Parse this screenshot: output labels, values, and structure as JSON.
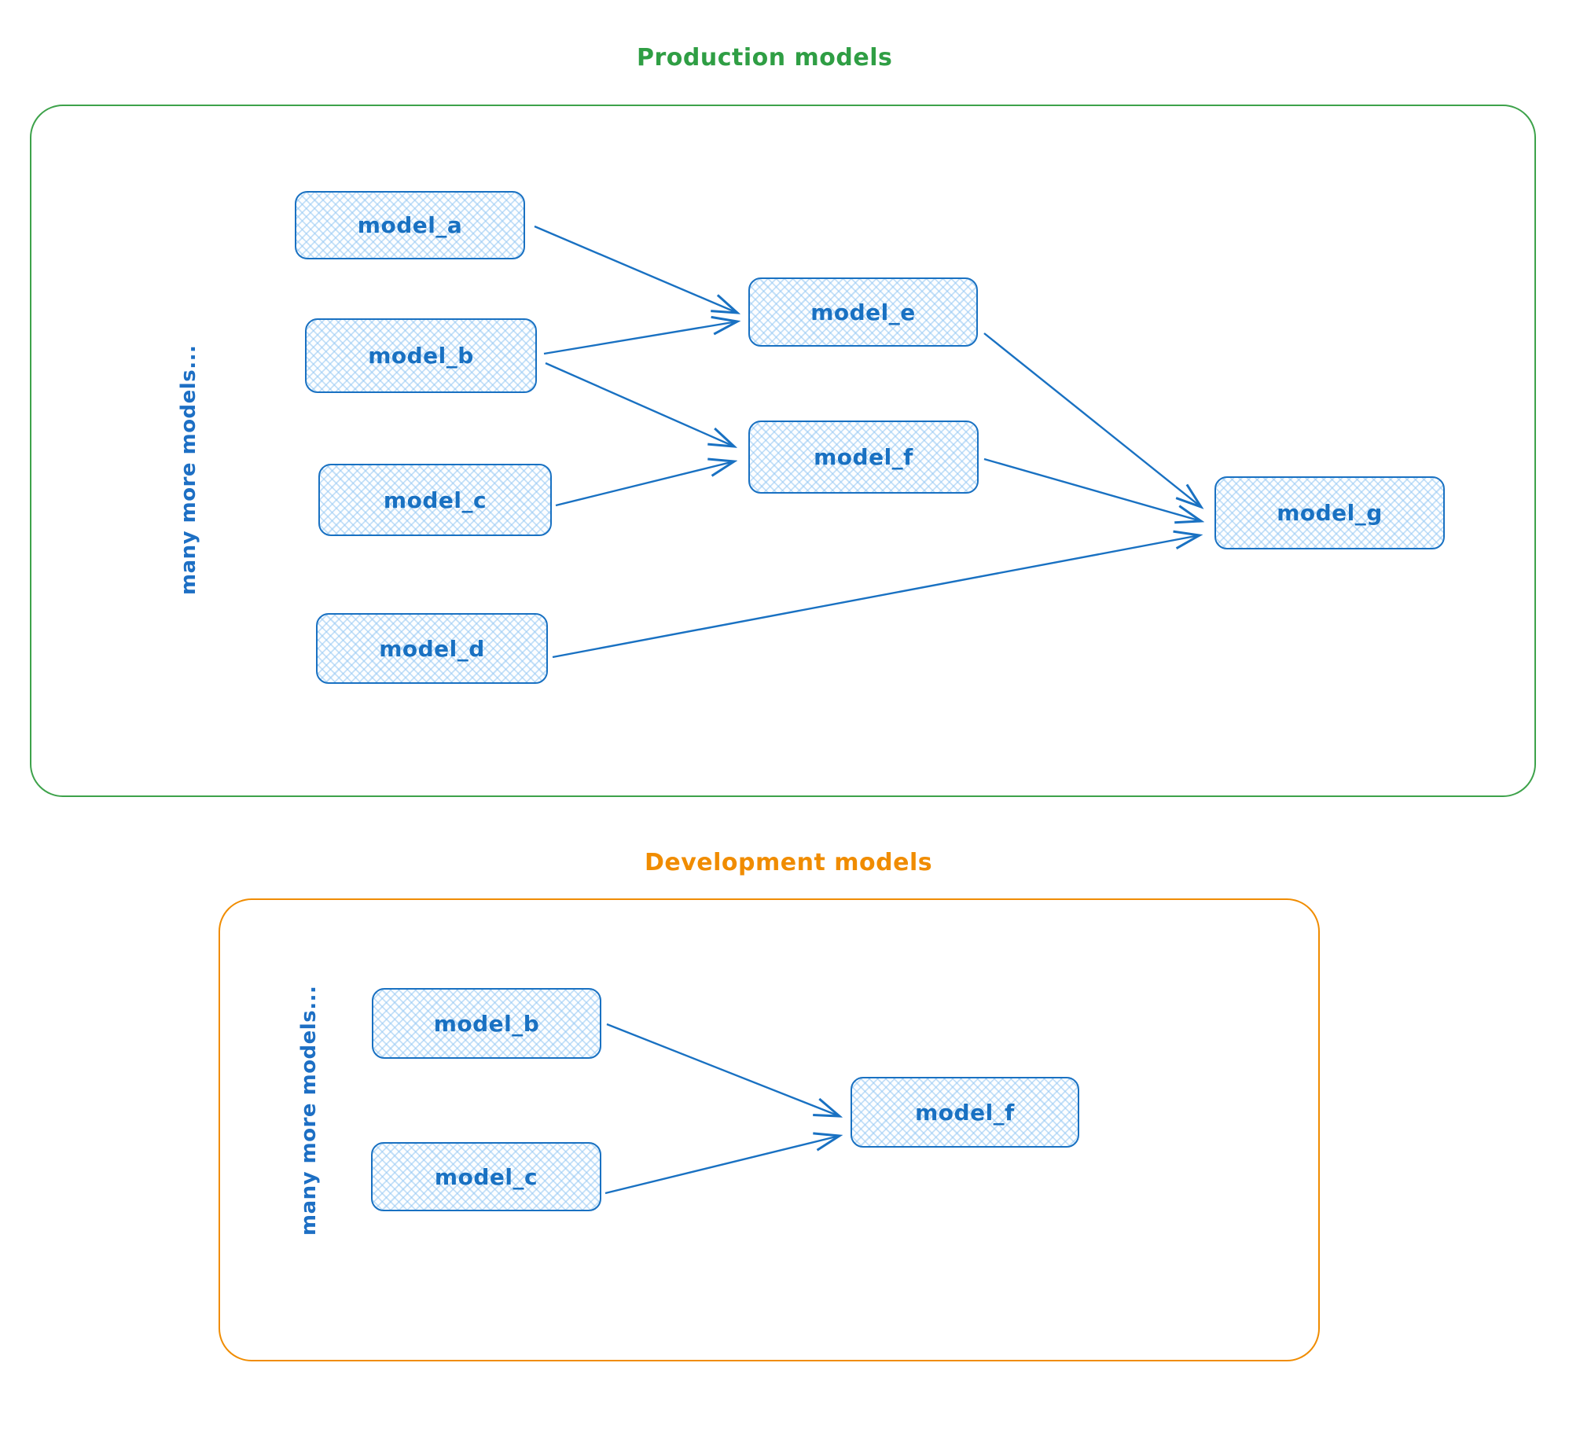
{
  "styles": {
    "node_stroke_color": "#1971c2",
    "node_text_color": "#1971c2",
    "node_hatch_color": "#a5d8ff",
    "production_accent": "#2f9e44",
    "development_accent": "#f08c00",
    "background": "#ffffff"
  },
  "production": {
    "title": "Production models",
    "side_label": "many more models...",
    "nodes": {
      "a": {
        "label": "model_a"
      },
      "b": {
        "label": "model_b"
      },
      "c": {
        "label": "model_c"
      },
      "d": {
        "label": "model_d"
      },
      "e": {
        "label": "model_e"
      },
      "f": {
        "label": "model_f"
      },
      "g": {
        "label": "model_g"
      }
    },
    "edges": [
      {
        "from": "model_a",
        "to": "model_e"
      },
      {
        "from": "model_b",
        "to": "model_e"
      },
      {
        "from": "model_b",
        "to": "model_f"
      },
      {
        "from": "model_c",
        "to": "model_f"
      },
      {
        "from": "model_e",
        "to": "model_g"
      },
      {
        "from": "model_f",
        "to": "model_g"
      },
      {
        "from": "model_d",
        "to": "model_g"
      }
    ]
  },
  "development": {
    "title": "Development models",
    "side_label": "many more models...",
    "nodes": {
      "b": {
        "label": "model_b"
      },
      "c": {
        "label": "model_c"
      },
      "f": {
        "label": "model_f"
      }
    },
    "edges": [
      {
        "from": "model_b",
        "to": "model_f"
      },
      {
        "from": "model_c",
        "to": "model_f"
      }
    ]
  }
}
